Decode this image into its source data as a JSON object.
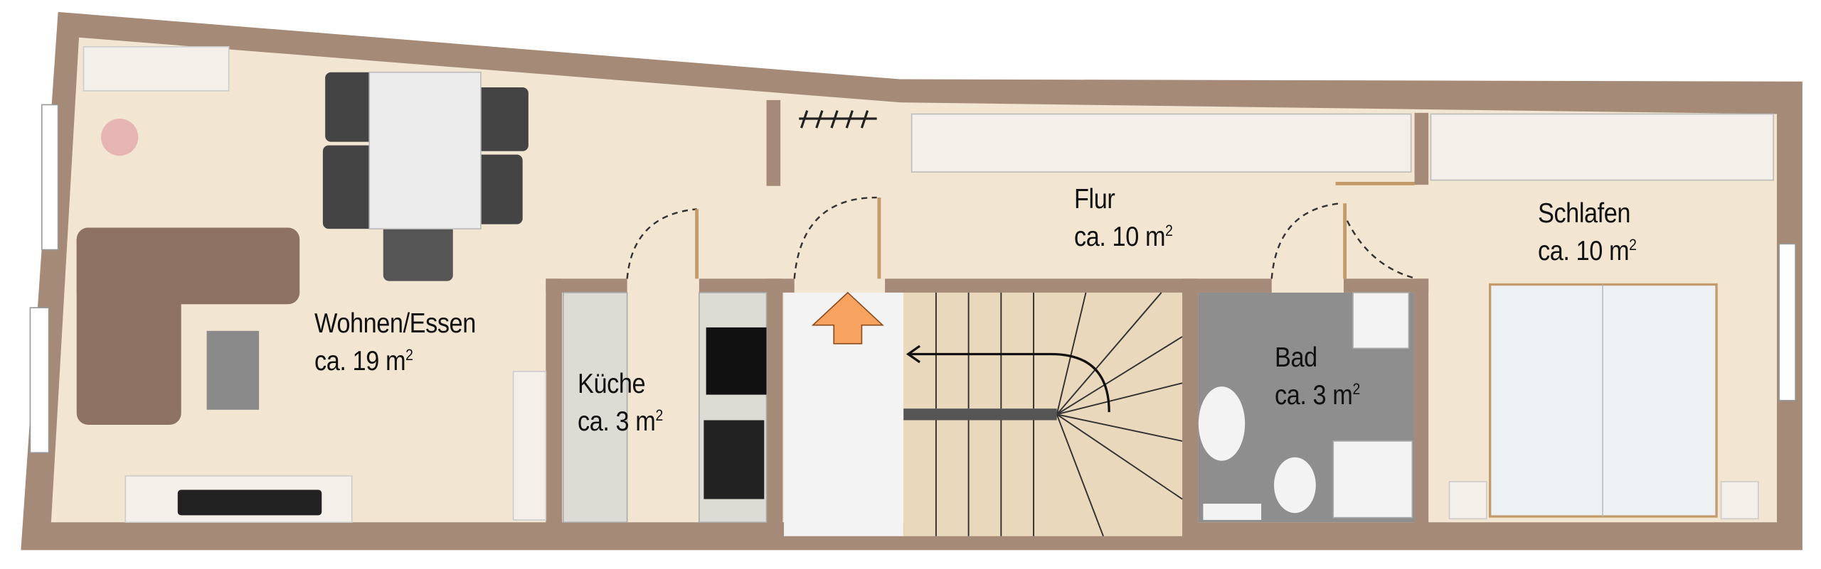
{
  "rooms": [
    {
      "name": "Wohnen/Essen",
      "area": "ca. 19 m",
      "sup": "2"
    },
    {
      "name": "Küche",
      "area": "ca. 3 m",
      "sup": "2"
    },
    {
      "name": "Flur",
      "area": "ca. 10 m",
      "sup": "2"
    },
    {
      "name": "Bad",
      "area": "ca. 3 m",
      "sup": "2"
    },
    {
      "name": "Schlafen",
      "area": "ca. 10 m",
      "sup": "2"
    }
  ],
  "colors": {
    "wall": "#a58a78",
    "floor": "#f2e5d1",
    "tile": "#8e8e8e",
    "arrow": "#f7a25e"
  }
}
